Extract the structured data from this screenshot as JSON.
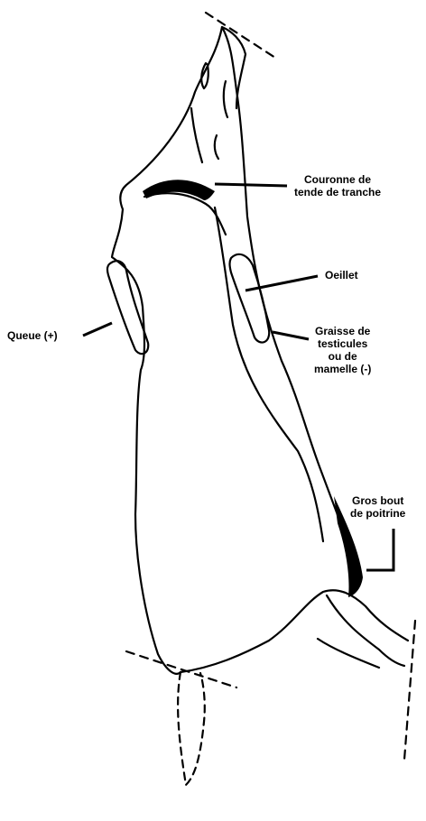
{
  "labels": {
    "couronne_line1": "Couronne de",
    "couronne_line2": "tende de tranche",
    "oeillet": "Oeillet",
    "queue": "Queue (+)",
    "graisse_line1": "Graisse de",
    "graisse_line2": "testicules",
    "graisse_line3": "ou de",
    "graisse_line4": "mamelle (-)",
    "gros_line1": "Gros bout",
    "gros_line2": "de poitrine"
  }
}
